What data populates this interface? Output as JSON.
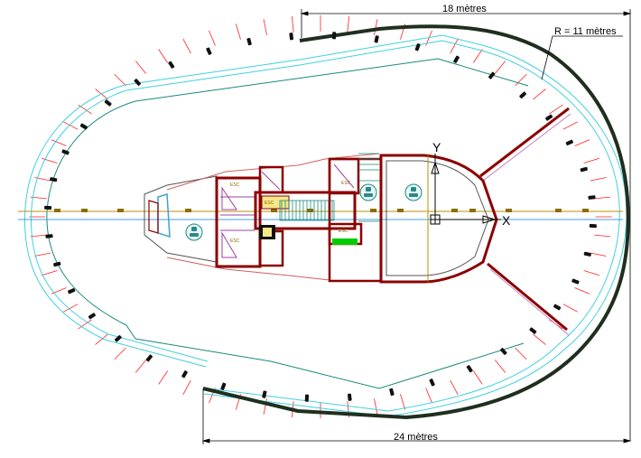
{
  "dimensions": {
    "top": "18 mètres",
    "bottom": "24 mètres",
    "radius": "R = 11 mètres"
  },
  "axes": {
    "y": "Y",
    "x": "X"
  },
  "room_labels": {
    "esc_left": "ESC",
    "esc_mid": "ESC",
    "esc_right": "ESC",
    "esc_lower": "ESC",
    "esc_small": "ESC"
  },
  "colors": {
    "hull_outer": "#2a3a2a",
    "walkway": "#3fd0e0",
    "inner_contour": "#1a8a7a",
    "structure": "#8b0000",
    "axis_line": "#c8a000",
    "railing_ticks": "#ff2020",
    "green_fill": "#00cc00"
  }
}
